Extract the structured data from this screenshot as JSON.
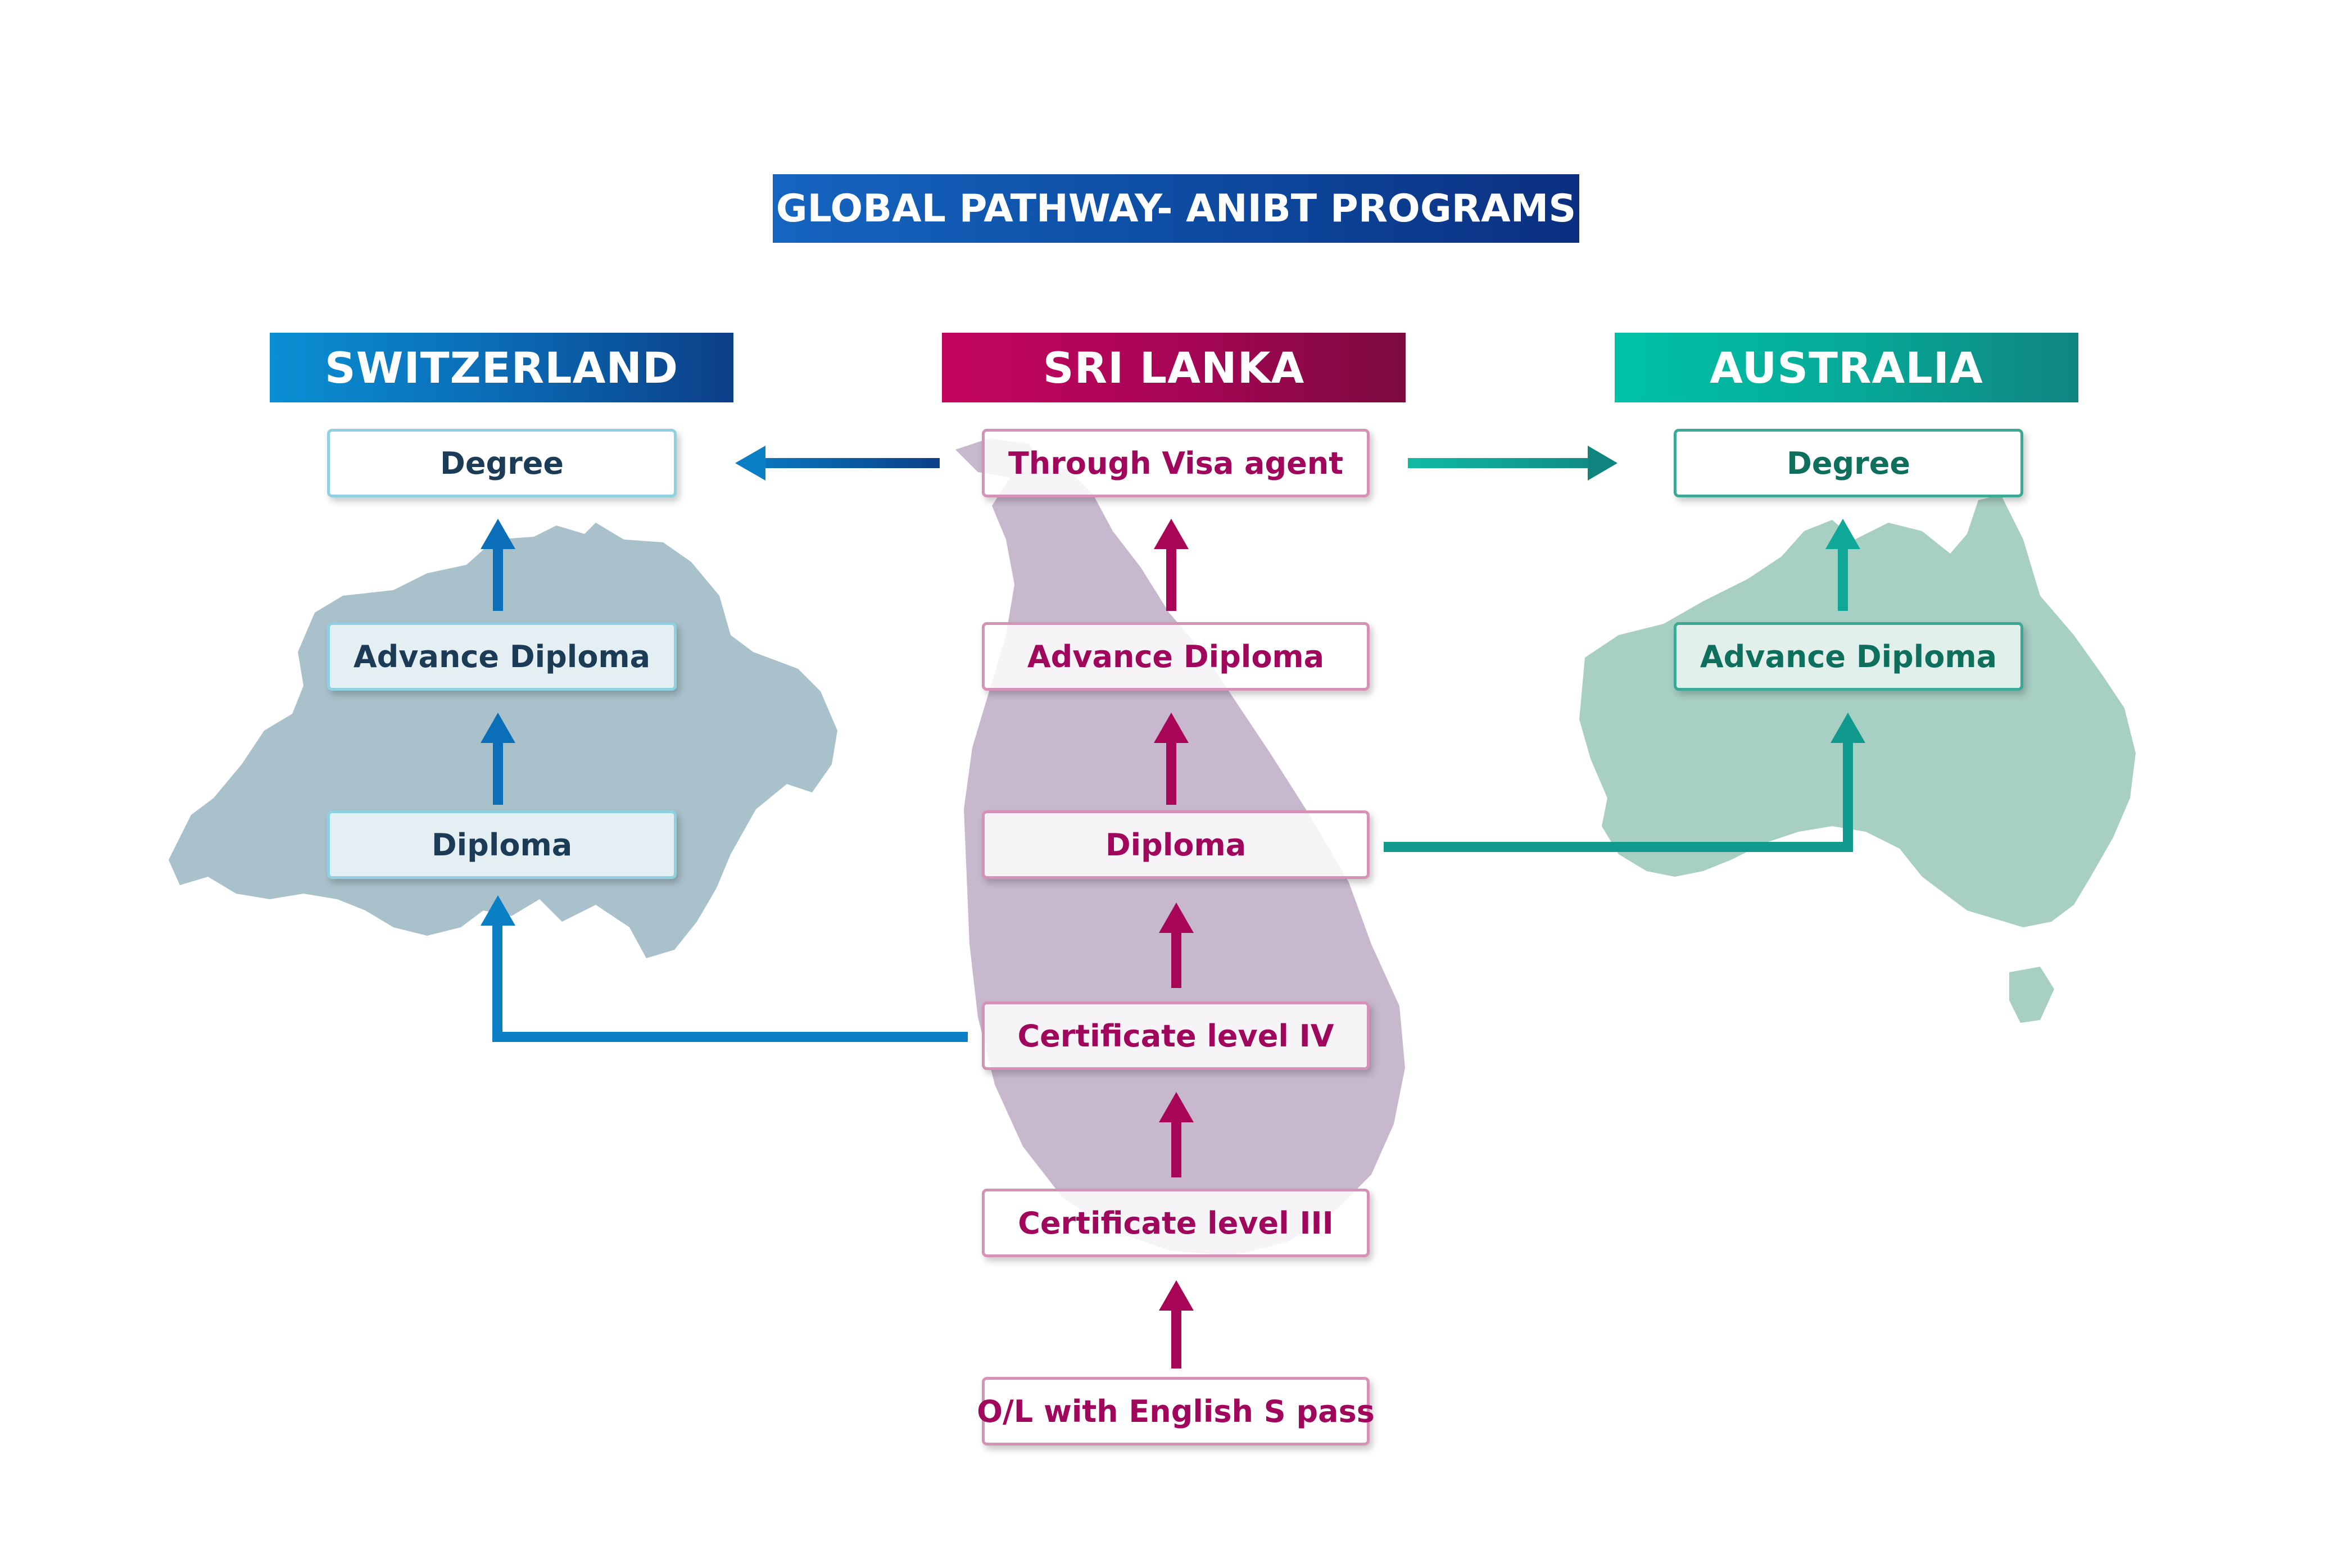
{
  "title": "GLOBAL PATHWAY- ANIBT PROGRAMS",
  "countries": {
    "switzerland": {
      "label": "SWITZERLAND",
      "levels": {
        "degree": "Degree",
        "advance_diploma": "Advance Diploma",
        "diploma": "Diploma"
      }
    },
    "sri_lanka": {
      "label": "SRI LANKA",
      "levels": {
        "visa_agent": "Through Visa agent",
        "advance_diploma": "Advance Diploma",
        "diploma": "Diploma",
        "cert_iv": "Certificate level IV",
        "cert_iii": "Certificate level III",
        "entry": "O/L with English S pass"
      }
    },
    "australia": {
      "label": "AUSTRALIA",
      "levels": {
        "degree": "Degree",
        "advance_diploma": "Advance Diploma"
      }
    }
  },
  "colors": {
    "switzerland": "#0a6fb8",
    "sri_lanka": "#a80556",
    "australia": "#05aa98",
    "switzerland_map": "#a9c1ca",
    "sri_lanka_map": "#c8b8cd",
    "australia_map": "#a8cfc4"
  }
}
